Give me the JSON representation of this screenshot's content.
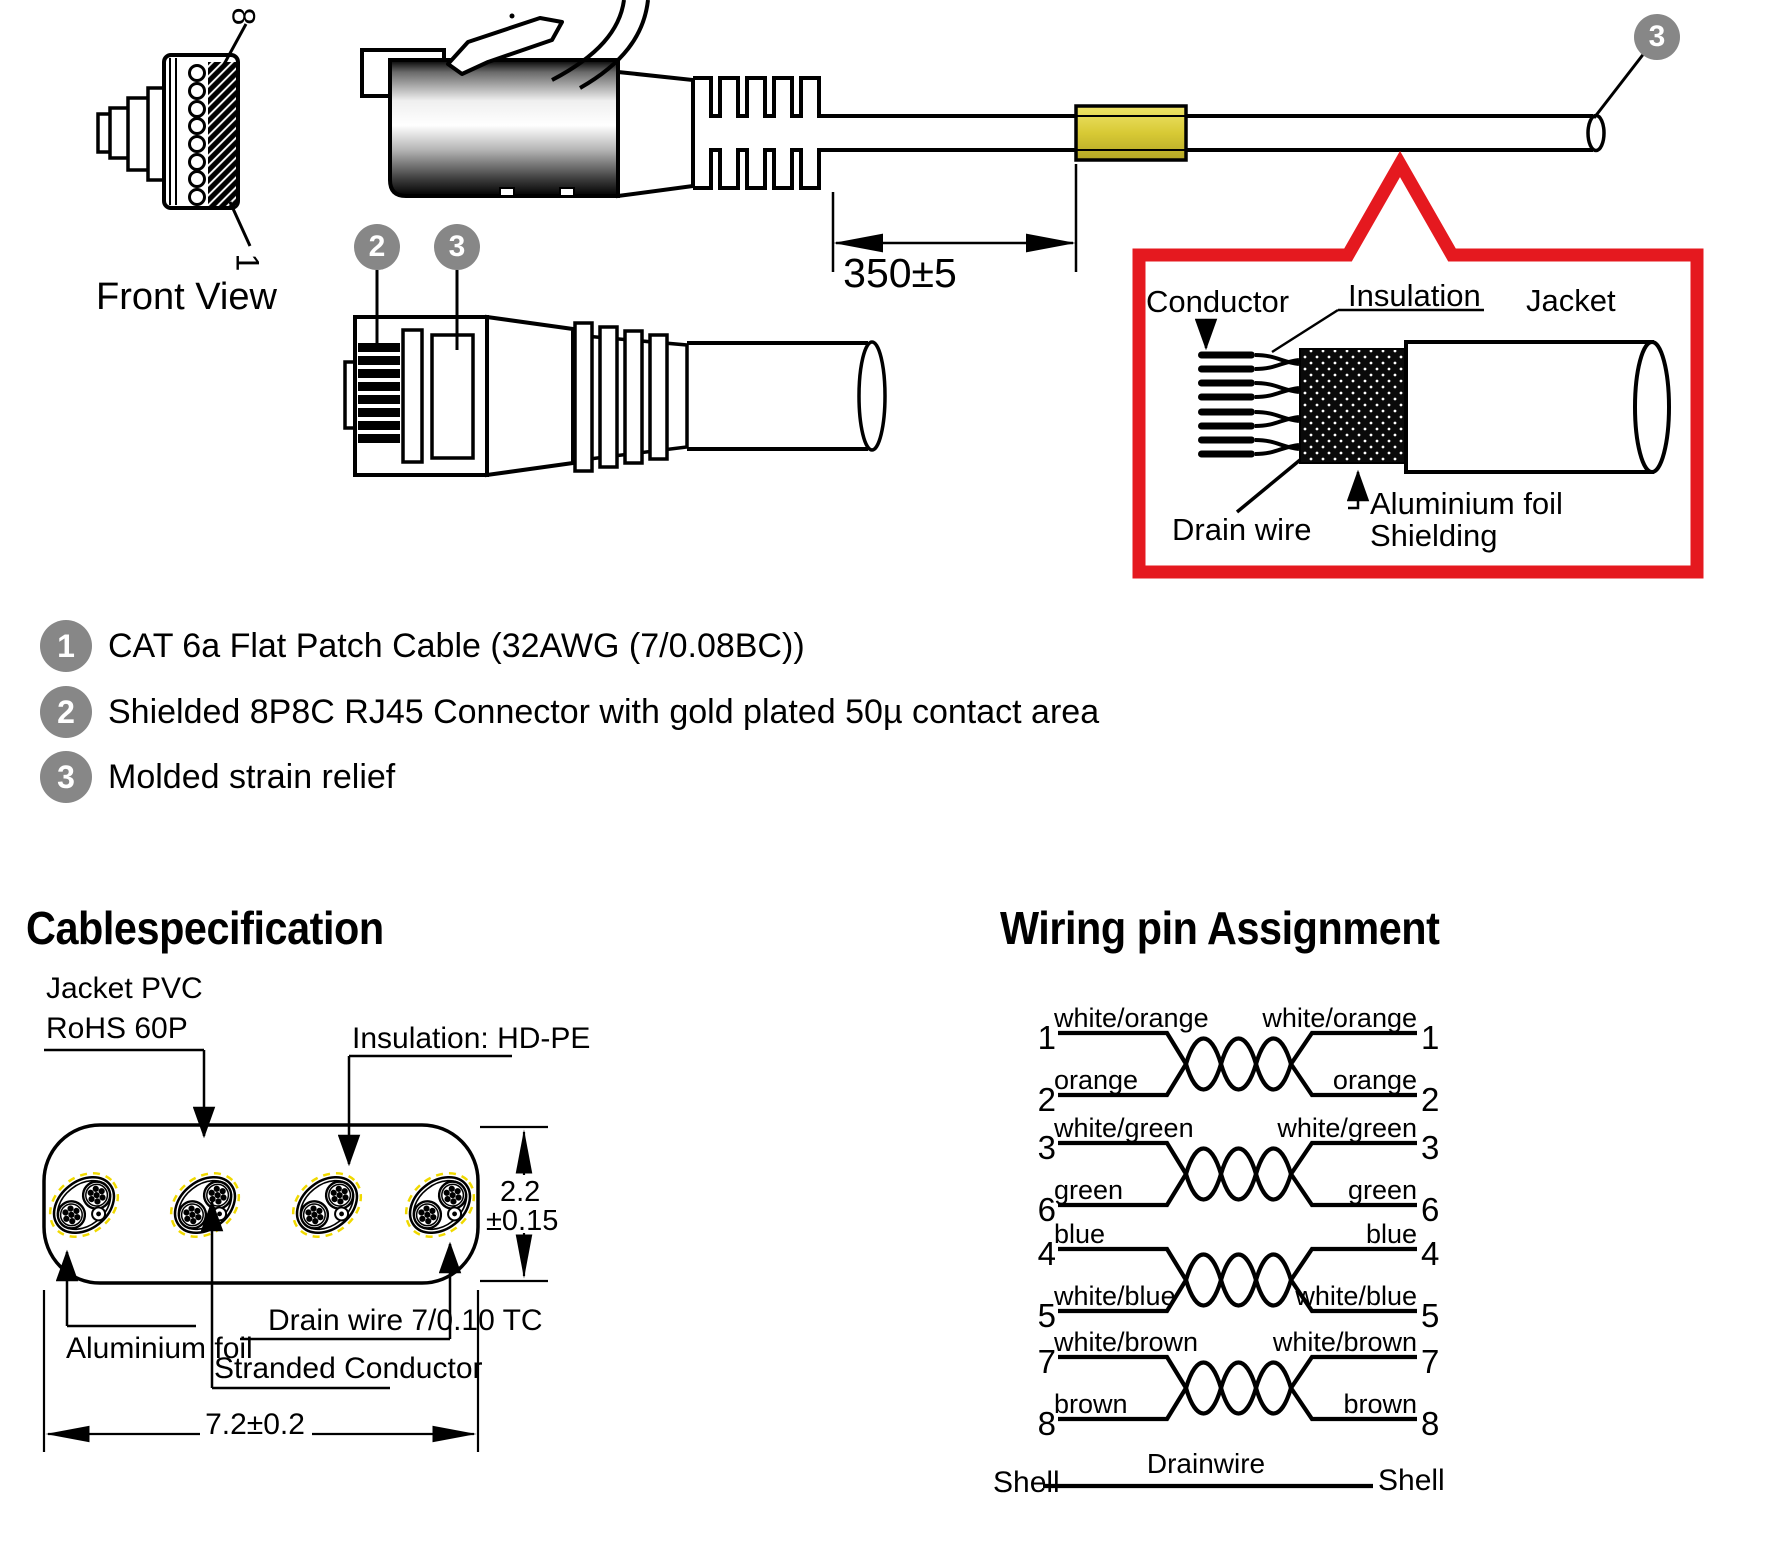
{
  "drawing": {
    "front_view_label": "Front View",
    "pin_top": "8",
    "pin_bottom": "1",
    "dim_350": "350±5",
    "balloon_2": "2",
    "balloon_3": "3",
    "balloon_3_cable": "3",
    "callout": {
      "conductor": "Conductor",
      "insulation": "Insulation",
      "jacket": "Jacket",
      "drain_wire": "Drain wire",
      "shielding_line1": "Aluminium foil",
      "shielding_line2": "Shielding"
    }
  },
  "legend": {
    "items": [
      {
        "num": "1",
        "text": "CAT 6a Flat Patch Cable (32AWG (7/0.08BC))"
      },
      {
        "num": "2",
        "text": "Shielded 8P8C RJ45 Connector with gold plated 50µ contact area"
      },
      {
        "num": "3",
        "text": "Molded strain relief"
      }
    ]
  },
  "spec": {
    "heading": "Cablespecification",
    "jacket_line1": "Jacket PVC",
    "jacket_line2": "RoHS 60P",
    "insulation": "Insulation: HD-PE",
    "aluminium_foil": "Aluminium foil",
    "stranded_conductor": "Stranded Conductor",
    "drain_wire": "Drain wire 7/0.10 TC",
    "dim_height_1": "2.2",
    "dim_height_2": "±0.15",
    "dim_width": "7.2±0.2"
  },
  "wiring": {
    "heading": "Wiring pin Assignment",
    "rows": [
      {
        "left_pin": "1",
        "left_label": "white/orange",
        "right_label": "white/orange",
        "right_pin": "1"
      },
      {
        "left_pin": "2",
        "left_label": "orange",
        "right_label": "orange",
        "right_pin": "2"
      },
      {
        "left_pin": "3",
        "left_label": "white/green",
        "right_label": "white/green",
        "right_pin": "3"
      },
      {
        "left_pin": "6",
        "left_label": "green",
        "right_label": "green",
        "right_pin": "6"
      },
      {
        "left_pin": "4",
        "left_label": "blue",
        "right_label": "blue",
        "right_pin": "4"
      },
      {
        "left_pin": "5",
        "left_label": "white/blue",
        "right_label": "white/blue",
        "right_pin": "5"
      },
      {
        "left_pin": "7",
        "left_label": "white/brown",
        "right_label": "white/brown",
        "right_pin": "7"
      },
      {
        "left_pin": "8",
        "left_label": "brown",
        "right_label": "brown",
        "right_pin": "8"
      }
    ],
    "shell_left": "Shell",
    "drainwire": "Drainwire",
    "shell_right": "Shell"
  },
  "colors": {
    "callout_red": "#e5191f",
    "balloon_gray": "#878787",
    "cable_band_yellow": "#d8ca35",
    "pair_wrap_yellow": "#f0d900"
  }
}
